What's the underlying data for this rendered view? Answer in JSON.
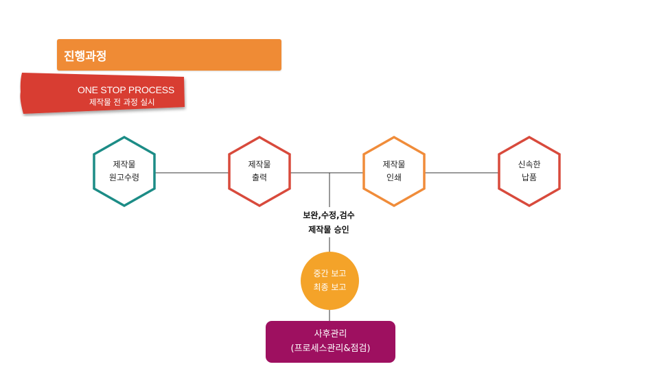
{
  "header": {
    "title": "진행과정"
  },
  "banner": {
    "title": "ONE STOP PROCESS",
    "subtitle": "제작물 전 과정 실시"
  },
  "steps": [
    {
      "line1": "제작물",
      "line2": "원고수령",
      "color": "#1c8c86"
    },
    {
      "line1": "제작물",
      "line2": "출력",
      "color": "#d84a3c"
    },
    {
      "line1": "제작물",
      "line2": "인쇄",
      "color": "#f08c3a"
    },
    {
      "line1": "신속한",
      "line2": "납품",
      "color": "#d84a3c"
    }
  ],
  "revision": {
    "line1": "보완,수정,검수",
    "line2": "제작물 승인"
  },
  "report": {
    "line1": "중간 보고",
    "line2": "최종 보고",
    "color": "#f4a329"
  },
  "aftercare": {
    "line1": "사후관리",
    "line2": "(프로세스관리&점검)",
    "color": "#9e1060"
  },
  "colors": {
    "header": "#ef8b35",
    "banner": "#d83c32",
    "line": "#333333"
  }
}
